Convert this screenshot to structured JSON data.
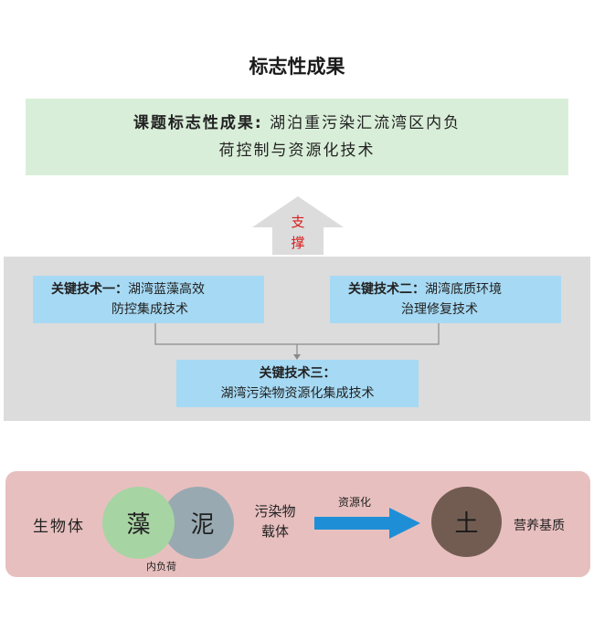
{
  "title": "标志性成果",
  "result": {
    "label": "课题标志性成果:",
    "line1_text": "湖泊重污染汇流湾区内负",
    "line2_text": "荷控制与资源化技术"
  },
  "support": {
    "char1": "支",
    "char2": "撑"
  },
  "tech1": {
    "label": "关键技术一：",
    "line1_text": "湖湾蓝藻高效",
    "line2_text": "防控集成技术"
  },
  "tech2": {
    "label": "关键技术二：",
    "line1_text": "湖湾底质环境",
    "line2_text": "治理修复技术"
  },
  "tech3": {
    "label": "关键技术三：",
    "line2_text": "湖湾污染物资源化集成技术"
  },
  "bottom": {
    "bio_label": "生物体",
    "algae": "藻",
    "mud": "泥",
    "inner_load": "内负荷",
    "carrier_line1": "污染物",
    "carrier_line2": "载体",
    "resource_label": "资源化",
    "soil": "土",
    "nutrient": "营养基质"
  },
  "colors": {
    "result_bg": "#d9eed9",
    "gray_panel": "#dcdcdc",
    "tech_bg": "#a6d9f3",
    "support_text": "#d81e1e",
    "pink_panel": "#e8bfbf",
    "algae_circle": "#a7d4a3",
    "mud_circle": "#98a9b1",
    "soil_circle": "#725c52",
    "blue_arrow": "#1e8fd6"
  }
}
